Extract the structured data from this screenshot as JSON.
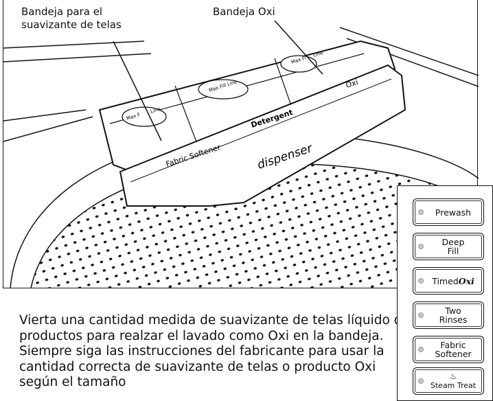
{
  "callouts": {
    "softener_tray": "Bandeja para el\nsuavizante de telas",
    "oxi_tray": "Bandeja Oxi"
  },
  "dispenser": {
    "front_label": "dispenser",
    "compartment_softener": "Fabric Softener",
    "compartment_detergent": "Detergent",
    "compartment_oxi": "Oxi",
    "max_fill_short": "Max F",
    "line_short": "Line",
    "max_fill_line": "Max Fill Line",
    "max_fill_oxi": "Max Fi",
    "oxi_line": "Line"
  },
  "instructions": {
    "text": "Vierta una cantidad medida de suavizante de telas líquido o productos para realzar el lavado como Oxi en la bandeja. Siempre siga las instrucciones del fabricante para usar la cantidad correcta de suavizante de telas o producto Oxi según el tamaño"
  },
  "panel": {
    "buttons": [
      {
        "label": "Prewash"
      },
      {
        "label": "Deep\nFill"
      },
      {
        "label_prefix": "Timed",
        "label_em": "Oxi"
      },
      {
        "label": "Two\nRinses"
      },
      {
        "label": "Fabric\nSoftener"
      },
      {
        "label": "Steam Treat",
        "icon": "steam-icon"
      }
    ]
  }
}
